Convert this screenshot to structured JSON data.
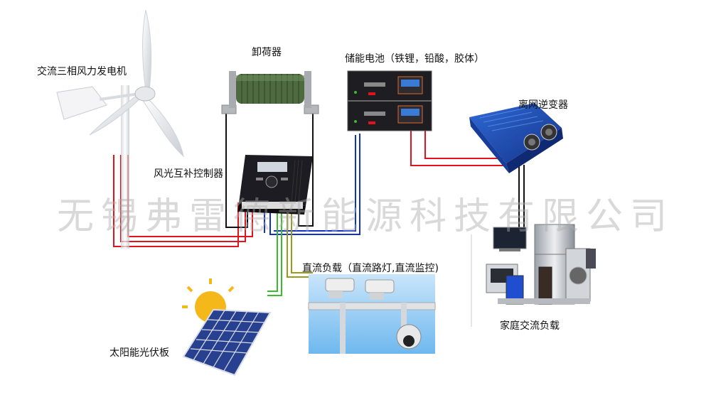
{
  "labels": {
    "wind_turbine": "交流三相风力发电机",
    "dump_load": "卸荷器",
    "battery": "储能电池（铁锂，铅酸，胶体）",
    "inverter": "离网逆变器",
    "controller": "风光互补控制器",
    "dc_load": "直流负载（直流路灯,直流监控)",
    "home_load": "家庭交流负载",
    "solar_panel": "太阳能光伏板"
  },
  "watermark": "无锡弗雷德新能源科技有限公司",
  "colors": {
    "wire_red": "#e0141e",
    "wire_blue": "#1330c8",
    "wire_green": "#3dbb2e",
    "wire_olive": "#9a9a1a",
    "wire_black": "#111111",
    "controller_body": "#1c1c22",
    "battery_body": "#202024",
    "inverter_body": "#1e4fb0",
    "solar_cell": "#27408f",
    "sun": "#f5b81a",
    "resistor": "#4d6b3f"
  },
  "icons": {
    "wind_turbine": "wind-turbine-icon",
    "dump_load": "resistor-icon",
    "battery": "battery-rack-icon",
    "inverter": "inverter-icon",
    "controller": "controller-icon",
    "dc_load": "surveillance-camera-icon",
    "home_load": "appliances-icon",
    "solar_panel": "solar-panel-icon"
  }
}
